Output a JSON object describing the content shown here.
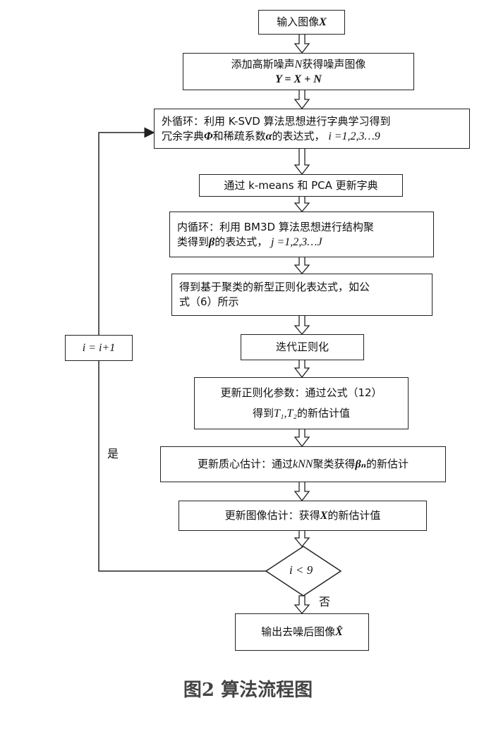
{
  "steps": {
    "input": {
      "text": "输入图像",
      "var": "X"
    },
    "noise": {
      "line1": "添加高斯噪声",
      "var_n": "N",
      "line1b": "获得噪声图像",
      "formula": "Y = X + N"
    },
    "outer": {
      "line1": "外循环：利用 K-SVD 算法思想进行字典学习得到",
      "line2a": "冗余字典",
      "phi": "Φ",
      "line2b": "和稀疏系数",
      "alpha": "α",
      "line2c": "的表达式，",
      "range": "i =1,2,3…9"
    },
    "update_dict": {
      "text": "通过 k-means 和 PCA 更新字典"
    },
    "inner": {
      "line1": "内循环：利用 BM3D 算法思想进行结构聚",
      "line2a": "类得到",
      "beta": "β",
      "line2b": "的表达式，",
      "range": "j =1,2,3…J"
    },
    "regularize": {
      "line1": "得到基于聚类的新型正则化表达式，如公",
      "line2": "式（6）所示"
    },
    "iterate": {
      "text": "迭代正则化"
    },
    "params": {
      "line1": "更新正则化参数：通过公式（12）",
      "line2a": "得到",
      "t_vars": "T₁,T₂",
      "line2b": "的新估计值"
    },
    "centroid": {
      "line1a": "更新质心估计：通过",
      "knn": "kNN",
      "line1b": "聚类获得",
      "beta_n": "βₙ",
      "line1c": "的新估计"
    },
    "image_est": {
      "line1a": "更新图像估计：获得",
      "var": "X",
      "line1b": "的新估计值"
    },
    "decision": {
      "text": "i < 9"
    },
    "output": {
      "text": "输出去噪后图像",
      "var": "X̂"
    }
  },
  "loop": {
    "counter": "i = i+1",
    "yes_label": "是",
    "no_label": "否"
  },
  "caption": "图2   算法流程图"
}
